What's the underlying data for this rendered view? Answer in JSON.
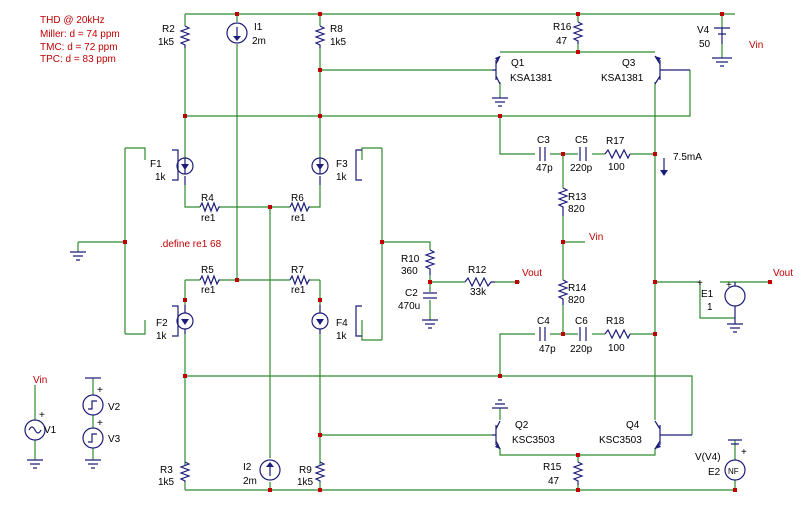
{
  "notes": {
    "title": "THD @ 20kHz",
    "miller": "Miller: d = 74 ppm",
    "tmc": "TMC:  d = 72 ppm",
    "tpc": "TPC:  d = 83 ppm"
  },
  "directive": ".define re1 68",
  "parts": {
    "R2": {
      "ref": "R2",
      "val": "1k5"
    },
    "R8": {
      "ref": "R8",
      "val": "1k5"
    },
    "R3": {
      "ref": "R3",
      "val": "1k5"
    },
    "R9": {
      "ref": "R9",
      "val": "1k5"
    },
    "R4": {
      "ref": "R4",
      "val": "re1"
    },
    "R5": {
      "ref": "R5",
      "val": "re1"
    },
    "R6": {
      "ref": "R6",
      "val": "re1"
    },
    "R7": {
      "ref": "R7",
      "val": "re1"
    },
    "R10": {
      "ref": "R10",
      "val": "360"
    },
    "R12": {
      "ref": "R12",
      "val": "33k"
    },
    "R13": {
      "ref": "R13",
      "val": "820"
    },
    "R14": {
      "ref": "R14",
      "val": "820"
    },
    "R15": {
      "ref": "R15",
      "val": "47"
    },
    "R16": {
      "ref": "R16",
      "val": "47"
    },
    "R17": {
      "ref": "R17",
      "val": "100"
    },
    "R18": {
      "ref": "R18",
      "val": "100"
    },
    "C2": {
      "ref": "C2",
      "val": "470u"
    },
    "C3": {
      "ref": "C3",
      "val": "47p"
    },
    "C4": {
      "ref": "C4",
      "val": "47p"
    },
    "C5": {
      "ref": "C5",
      "val": "220p"
    },
    "C6": {
      "ref": "C6",
      "val": "220p"
    },
    "I1": {
      "ref": "I1",
      "val": "2m"
    },
    "I2": {
      "ref": "I2",
      "val": "2m"
    },
    "F1": {
      "ref": "F1",
      "val": "1k"
    },
    "F2": {
      "ref": "F2",
      "val": "1k"
    },
    "F3": {
      "ref": "F3",
      "val": "1k"
    },
    "F4": {
      "ref": "F4",
      "val": "1k"
    },
    "Q1": {
      "ref": "Q1",
      "val": "KSA1381"
    },
    "Q3": {
      "ref": "Q3",
      "val": "KSA1381"
    },
    "Q2": {
      "ref": "Q2",
      "val": "KSC3503"
    },
    "Q4": {
      "ref": "Q4",
      "val": "KSC3503"
    },
    "V4": {
      "ref": "V4",
      "val": "50"
    },
    "E1": {
      "ref": "E1",
      "val": "1"
    },
    "E2": {
      "ref": "E2",
      "val": "V(V4)"
    },
    "V1": {
      "ref": "V1"
    },
    "V2": {
      "ref": "V2"
    },
    "V3": {
      "ref": "V3"
    }
  },
  "nets": {
    "vin": "Vin",
    "vout": "Vout"
  },
  "current_probe": "7.5mA",
  "symbols": {
    "plus": "+",
    "e2_box": "NF"
  }
}
